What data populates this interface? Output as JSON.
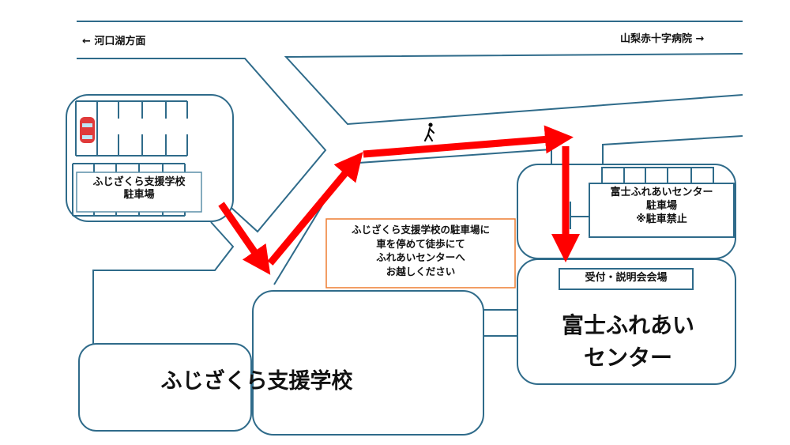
{
  "colors": {
    "road_line": "#2f6b8a",
    "route_arrow": "#ff0000",
    "note_border": "#ed7d31",
    "car": "#e03a3a"
  },
  "directions": {
    "left": "← 河口湖方面",
    "right": "山梨赤十字病院 →"
  },
  "school_parking": {
    "line1": "ふじざくら支援学校",
    "line2": "駐車場"
  },
  "center_parking": {
    "line1": "富士ふれあいセンター",
    "line2": "駐車場",
    "line3": "※駐車禁止"
  },
  "note": {
    "line1": "ふじざくら支援学校の駐車場に",
    "line2": "車を停めて徒歩にて",
    "line3": "ふれあいセンターへ",
    "line4": "お越しください"
  },
  "reception": "受付・説明会会場",
  "school_building": "ふじざくら支援学校",
  "center_building": {
    "line1": "富士ふれあい",
    "line2": "センター"
  },
  "icons": {
    "car": "car-icon",
    "walker": "pedestrian-icon"
  }
}
